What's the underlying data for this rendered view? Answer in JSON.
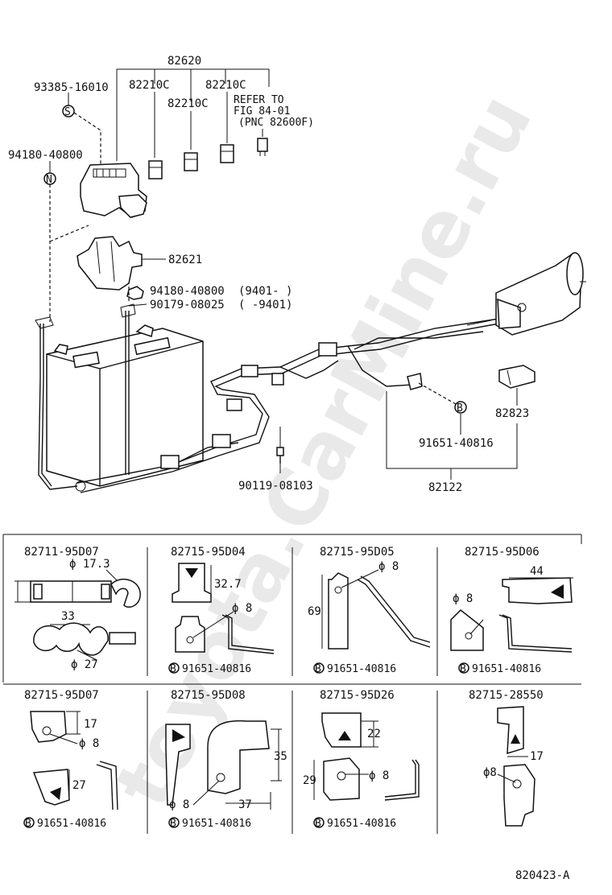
{
  "watermark": "toyota.CarMine.ru",
  "main": {
    "labels": {
      "p82620": "82620",
      "p93385": "93385-16010",
      "p82210c_1": "82210C",
      "p82210c_2": "82210C",
      "p82210c_3": "82210C",
      "refer1": "REFER TO",
      "refer2": "FIG 84-01",
      "refer3": "(PNC 82600F)",
      "p94180a": "94180-40800",
      "p82621": "82621",
      "p94180b": "94180-40800",
      "p94180b_note": "(9401-    )",
      "p90179": "90179-08025",
      "p90179_note": "(      -9401)",
      "p82823": "82823",
      "p91651": "91651-40816",
      "p90119": "90119-08103",
      "p82122": "82122"
    },
    "circle_marks": {
      "s": "S",
      "n": "N",
      "b": "B"
    }
  },
  "details": {
    "d1": {
      "part": "82711-95D07",
      "dim1": "ϕ 17.3",
      "dim2": "33",
      "dim3": "ϕ 27"
    },
    "d2": {
      "part": "82715-95D04",
      "dim1": "32.7",
      "dim2": "ϕ 8",
      "bolt": "91651-40816"
    },
    "d3": {
      "part": "82715-95D05",
      "dim1": "ϕ 8",
      "dim2": "69",
      "bolt": "91651-40816"
    },
    "d4": {
      "part": "82715-95D06",
      "dim1": "44",
      "dim2": "ϕ 8",
      "bolt": "91651-40816"
    },
    "d5": {
      "part": "82715-95D07",
      "dim1": "17",
      "dim2": "ϕ 8",
      "dim3": "27",
      "bolt": "91651-40816"
    },
    "d6": {
      "part": "82715-95D08",
      "dim1": "35",
      "dim2": "ϕ 8",
      "dim3": "37",
      "bolt": "91651-40816"
    },
    "d7": {
      "part": "82715-95D26",
      "dim1": "22",
      "dim2": "29",
      "dim3": "ϕ 8",
      "bolt": "91651-40816"
    },
    "d8": {
      "part": "82715-28550",
      "dim1": "17",
      "dim2": "ϕ8"
    }
  },
  "bolt_prefix": "B",
  "footer": {
    "code": "820423-A"
  }
}
